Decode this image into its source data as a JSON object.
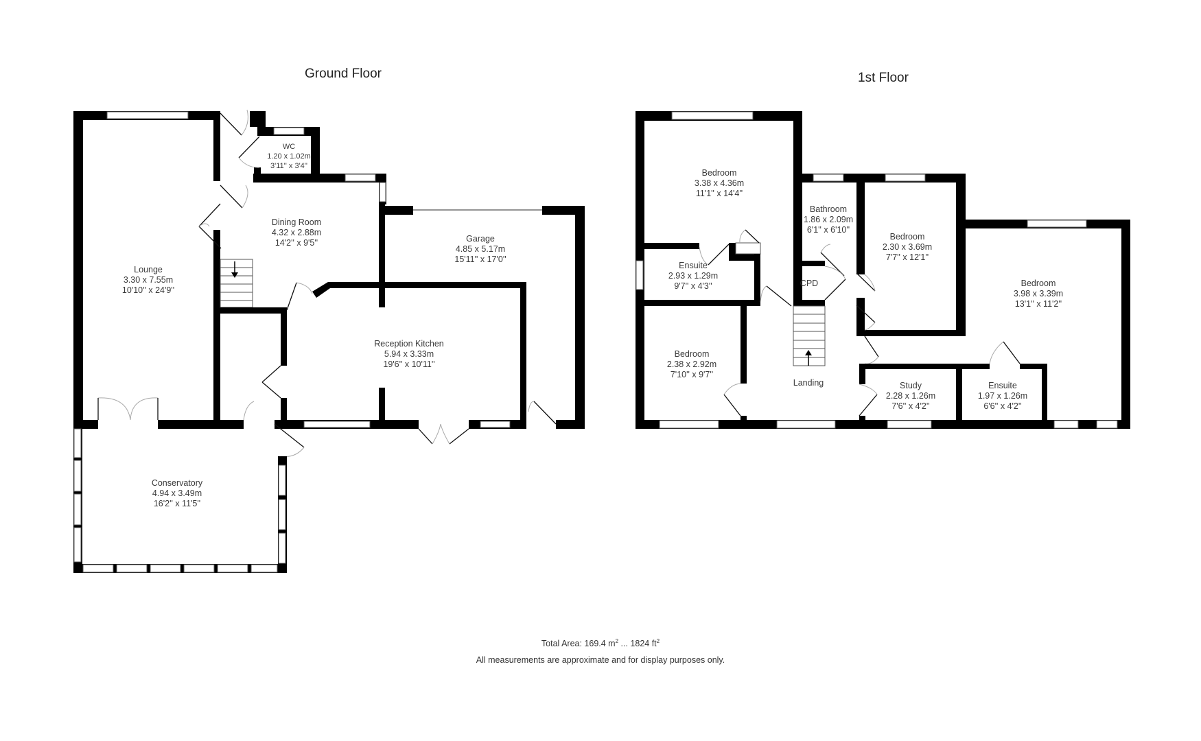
{
  "floors": [
    {
      "title": "Ground Floor",
      "rooms": [
        {
          "name": "Lounge",
          "metric": "3.30 x 7.55m",
          "imperial": "10'10'' x 24'9''"
        },
        {
          "name": "WC",
          "metric": "1.20 x 1.02m",
          "imperial": "3'11'' x 3'4''"
        },
        {
          "name": "Dining Room",
          "metric": "4.32 x 2.88m",
          "imperial": "14'2'' x 9'5''"
        },
        {
          "name": "Garage",
          "metric": "4.85 x 5.17m",
          "imperial": "15'11'' x 17'0''"
        },
        {
          "name": "Reception Kitchen",
          "metric": "5.94 x 3.33m",
          "imperial": "19'6'' x 10'11''"
        },
        {
          "name": "Conservatory",
          "metric": "4.94 x 3.49m",
          "imperial": "16'2'' x 11'5''"
        }
      ]
    },
    {
      "title": "1st Floor",
      "rooms": [
        {
          "name": "Bedroom",
          "metric": "3.38 x 4.36m",
          "imperial": "11'1'' x 14'4''"
        },
        {
          "name": "Ensuite",
          "metric": "2.93 x 1.29m",
          "imperial": "9'7'' x 4'3''"
        },
        {
          "name": "Bathroom",
          "metric": "1.86 x 2.09m",
          "imperial": "6'1'' x 6'10''"
        },
        {
          "name": "CPD",
          "metric": "",
          "imperial": ""
        },
        {
          "name": "Bedroom",
          "metric": "2.30 x 3.69m",
          "imperial": "7'7'' x 12'1''"
        },
        {
          "name": "Bedroom",
          "metric": "3.98 x 3.39m",
          "imperial": "13'1'' x 11'2''"
        },
        {
          "name": "Bedroom",
          "metric": "2.38 x 2.92m",
          "imperial": "7'10'' x 9'7''"
        },
        {
          "name": "Landing",
          "metric": "",
          "imperial": ""
        },
        {
          "name": "Study",
          "metric": "2.28 x 1.26m",
          "imperial": "7'6'' x 4'2''"
        },
        {
          "name": "Ensuite",
          "metric": "1.97 x 1.26m",
          "imperial": "6'6'' x 4'2''"
        }
      ]
    }
  ],
  "footer": {
    "total_area_prefix": "Total Area: 169.4 m",
    "total_area_sep": " ... 1824 ft",
    "sup": "2",
    "disclaimer": "All measurements are approximate and for display purposes only."
  },
  "colors": {
    "wall": "#000000",
    "background": "#ffffff",
    "text": "#333333"
  }
}
